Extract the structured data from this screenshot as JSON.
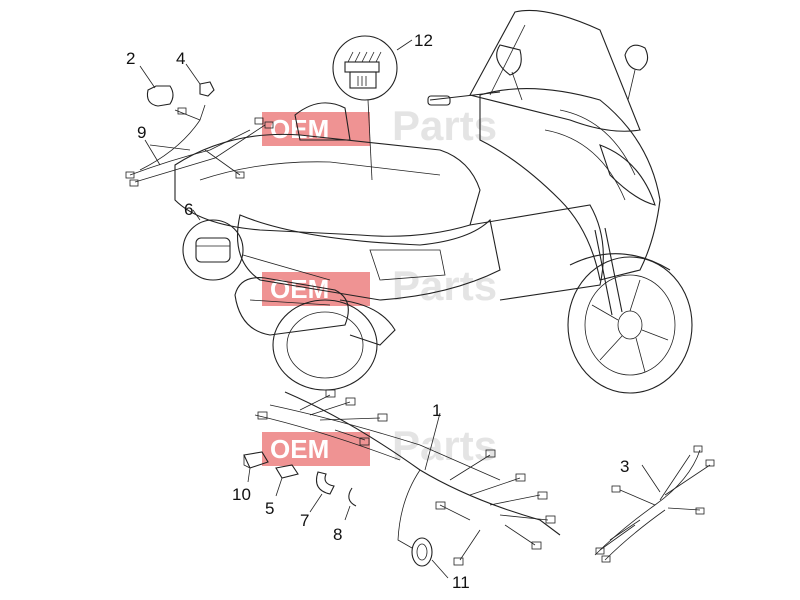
{
  "watermark": {
    "brand_left": "OEM",
    "brand_right": "Parts",
    "box_color": "#e23b3b",
    "text_color": "#d9d9d9"
  },
  "callouts": [
    {
      "label": "1"
    },
    {
      "label": "2"
    },
    {
      "label": "3"
    },
    {
      "label": "4"
    },
    {
      "label": "5"
    },
    {
      "label": "6"
    },
    {
      "label": "7"
    },
    {
      "label": "8"
    },
    {
      "label": "9"
    },
    {
      "label": "10"
    },
    {
      "label": "11"
    },
    {
      "label": "12"
    }
  ],
  "colors": {
    "line": "#222222",
    "background": "#ffffff"
  }
}
